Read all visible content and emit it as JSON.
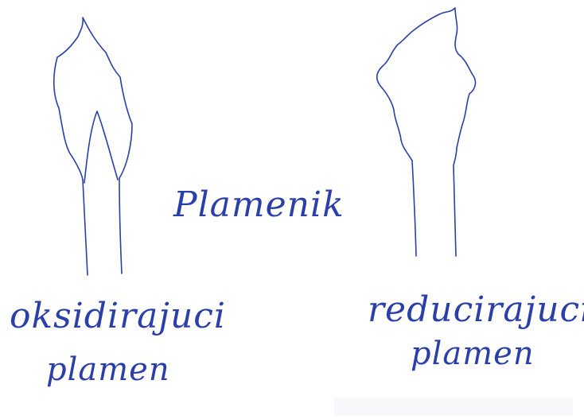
{
  "title": "Plamenik",
  "left_flame": {
    "label_line1": "oksidirajuci",
    "label_line2": "plamen"
  },
  "right_flame": {
    "label_line1": "reducirajuci",
    "label_line2": "plamen"
  },
  "colors": {
    "ink": "#2b3fa8",
    "paper": "#ffffff"
  }
}
